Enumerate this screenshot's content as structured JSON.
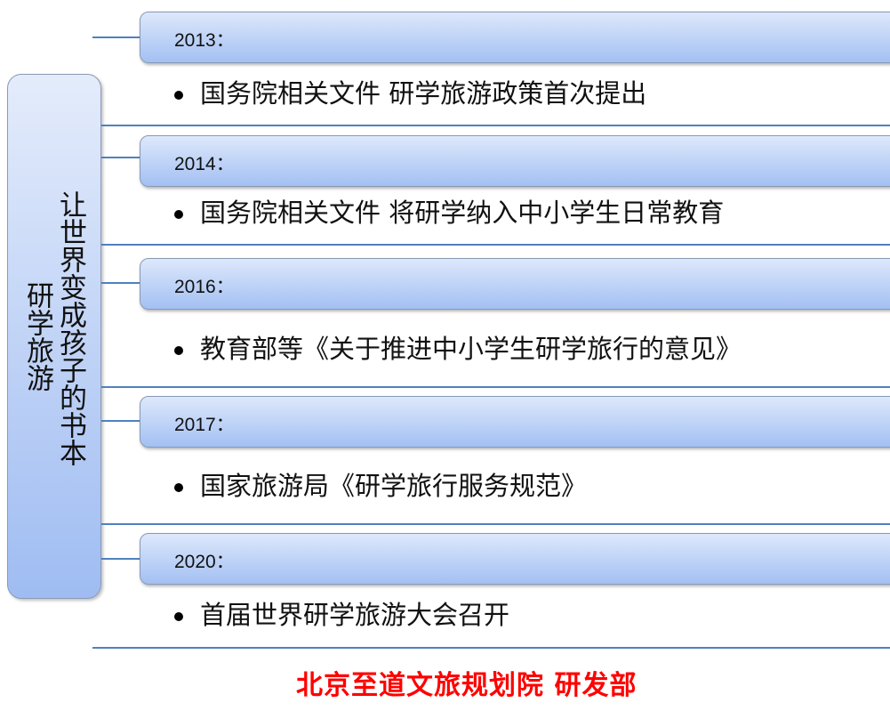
{
  "side": {
    "title_line1": "让世界变成孩子的书本",
    "title_line2": "研学旅游"
  },
  "entries": [
    {
      "year": "2013：",
      "text": "国务院相关文件 研学旅游政策首次提出"
    },
    {
      "year": "2014：",
      "text": "国务院相关文件 将研学纳入中小学生日常教育"
    },
    {
      "year": "2016：",
      "text": "教育部等《关于推进中小学生研学旅行的意见》"
    },
    {
      "year": "2017：",
      "text": "国家旅游局《研学旅行服务规范》"
    },
    {
      "year": "2020：",
      "text": "首届世界研学旅游大会召开"
    }
  ],
  "footer": "北京至道文旅规划院 研发部",
  "colors": {
    "line": "#4f81bd",
    "footer": "#ff0000"
  }
}
